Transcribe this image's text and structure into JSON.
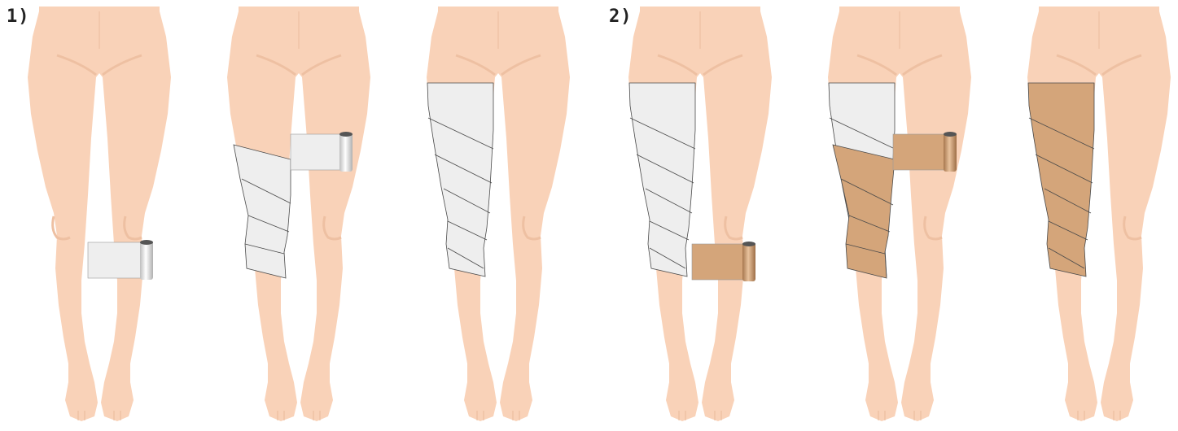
{
  "steps": [
    {
      "label": "1)"
    },
    {
      "label": "2)"
    }
  ],
  "panels": [
    {
      "id": "panel-1",
      "stage": "white-start-knee",
      "bandage": "white"
    },
    {
      "id": "panel-2",
      "stage": "white-midway-roll-at-thigh",
      "bandage": "white"
    },
    {
      "id": "panel-3",
      "stage": "white-complete",
      "bandage": "white"
    },
    {
      "id": "panel-4",
      "stage": "tan-start-over-white",
      "bandage": "tan"
    },
    {
      "id": "panel-5",
      "stage": "tan-midway-roll-at-thigh",
      "bandage": "tan"
    },
    {
      "id": "panel-6",
      "stage": "tan-complete",
      "bandage": "tan"
    }
  ],
  "colors": {
    "skin": "#f9d2b8",
    "skin_shade": "#eec0a2",
    "white_bandage": "#eeeeee",
    "tan_bandage": "#d4a57a",
    "outline": "#4a4a4a"
  }
}
